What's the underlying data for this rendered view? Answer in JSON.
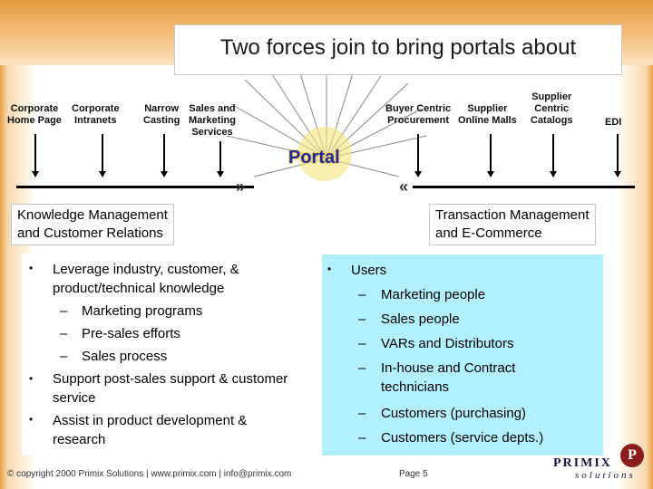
{
  "title": "Two forces join to bring portals about",
  "top_labels": {
    "corporate_home_page": [
      "Corporate",
      "Home Page"
    ],
    "corporate_intranets": [
      "Corporate",
      "Intranets"
    ],
    "narrow_casting": [
      "Narrow",
      "Casting"
    ],
    "sales_marketing_services": [
      "Sales and",
      "Marketing",
      "Services"
    ],
    "buyer_centric_procurement": [
      "Buyer Centric",
      "Procurement"
    ],
    "supplier_online_malls": [
      "Supplier",
      "Online Malls"
    ],
    "supplier_centric_catalogs": [
      "Supplier",
      "Centric",
      "Catalogs"
    ],
    "edi": "EDI"
  },
  "portal_label": "Portal",
  "left_section": {
    "title_line1": "Knowledge Management",
    "title_line2": "and Customer Relations",
    "bullet": "•",
    "dash": "–",
    "b1_line1": "Leverage industry, customer, &",
    "b1_line2": "product/technical knowledge",
    "s1": "Marketing programs",
    "s2": "Pre-sales efforts",
    "s3": "Sales process",
    "b2_line1": "Support post-sales support & customer",
    "b2_line2": "service",
    "b3_line1": "Assist in product development &",
    "b3_line2": "research"
  },
  "right_section": {
    "title_line1": "Transaction Management",
    "title_line2": "and E-Commerce",
    "bullet": "•",
    "dash": "–",
    "users": "Users",
    "u1": "Marketing people",
    "u2": "Sales people",
    "u3": "VARs and Distributors",
    "u4_line1": "In-house and Contract",
    "u4_line2": "technicians",
    "u5": "Customers (purchasing)",
    "u6": "Customers (service depts.)"
  },
  "footer": {
    "copyright": "© copyright 2000 Primix Solutions | www.primix.com | info@primix.com",
    "page": "Page 5"
  },
  "logo": {
    "mark": "P",
    "name": "PRIMIX",
    "sub": "solutions"
  },
  "colors": {
    "orange": "#e39a3f",
    "panel_blue": "#b3f0ff",
    "portal_blue": "#1e2a9a"
  }
}
